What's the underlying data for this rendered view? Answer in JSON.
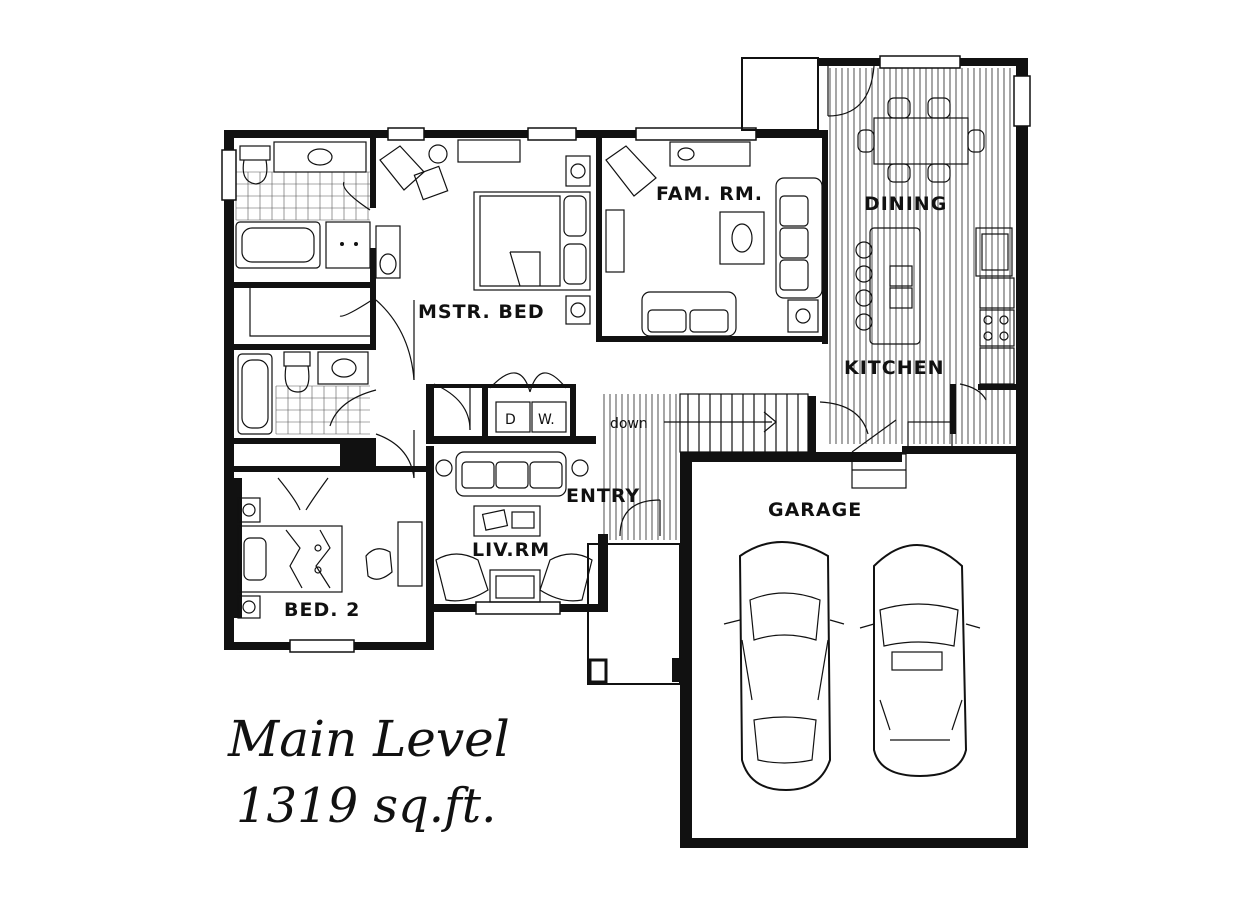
{
  "rooms": {
    "master_bed": "MSTR. BED",
    "family_room": "FAM. RM.",
    "dining": "DINING",
    "kitchen": "KITCHEN",
    "living_room": "LIV.RM",
    "entry": "ENTRY",
    "bed2": "BED. 2",
    "garage": "GARAGE"
  },
  "annotations": {
    "stairs": "down",
    "laundry_d": "D",
    "laundry_w": "W."
  },
  "title": {
    "line1": "Main Level",
    "line2": "1319 sq.ft."
  }
}
